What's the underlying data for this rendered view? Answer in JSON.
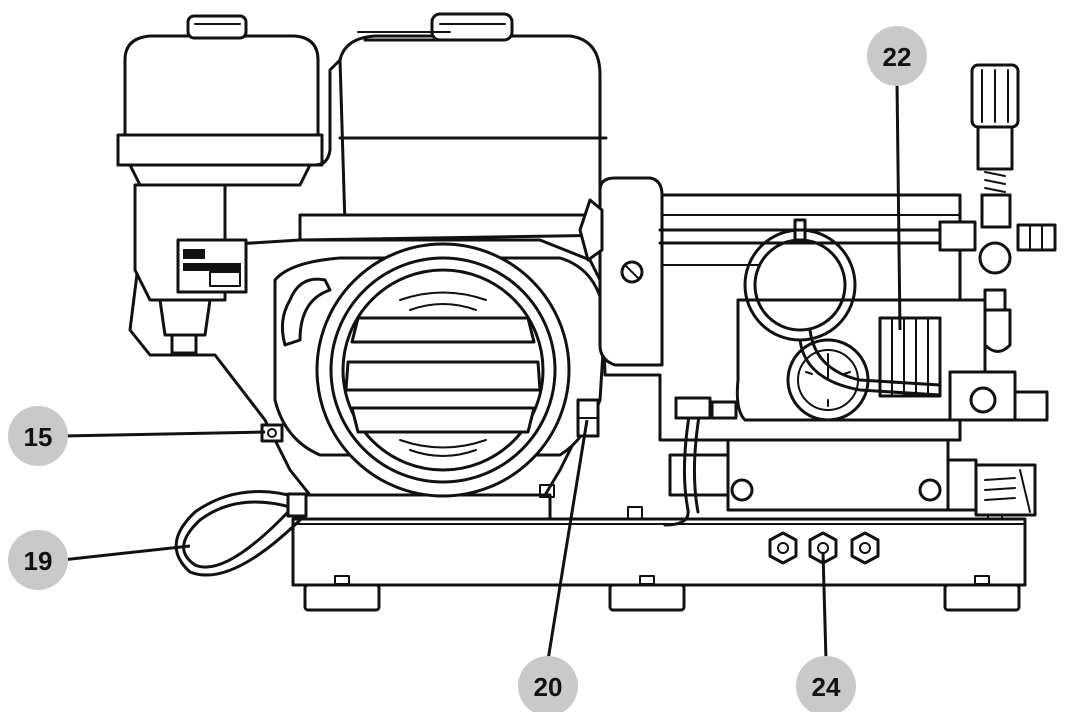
{
  "callouts": [
    {
      "id": "c15",
      "number": "15",
      "part": "engine-mount-bolt"
    },
    {
      "id": "c19",
      "number": "19",
      "part": "hose"
    },
    {
      "id": "c20",
      "number": "20",
      "part": "engine-bracket-bolt"
    },
    {
      "id": "c22",
      "number": "22",
      "part": "pump"
    },
    {
      "id": "c24",
      "number": "24",
      "part": "base-fittings"
    }
  ],
  "colors": {
    "line": "#111111",
    "badge_fill": "#c9c9c9",
    "background": "#ffffff"
  }
}
